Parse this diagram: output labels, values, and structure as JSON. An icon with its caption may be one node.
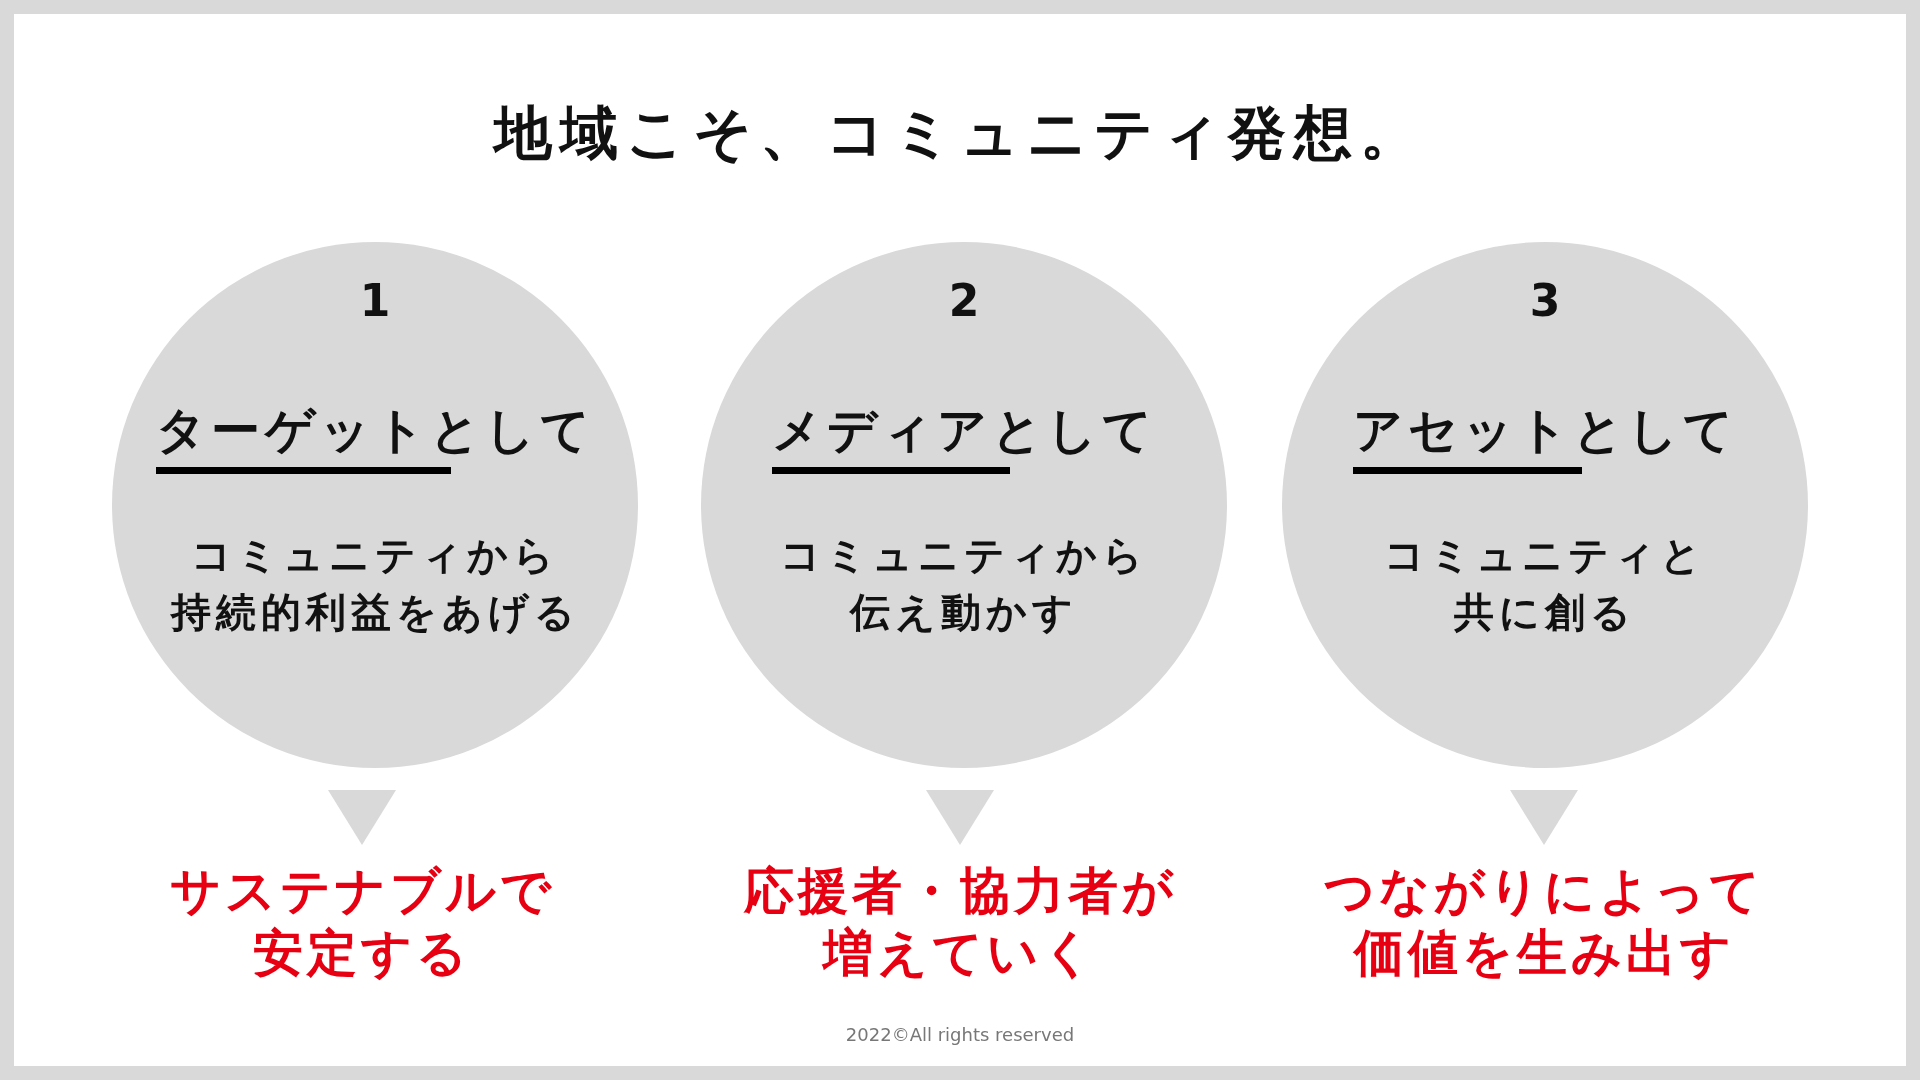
{
  "diagram": {
    "title": "地域こそ、コミュニティ発想。",
    "nodes": [
      {
        "text": [
          "1",
          "ターゲットとして",
          "コミュニティから持続的利益をあげる"
        ]
      },
      {
        "text": [
          "サステナブルで安定する"
        ]
      },
      {
        "text": [
          "2",
          "メディアとして",
          "コミュニティから伝え動かす"
        ]
      },
      {
        "text": [
          "応援者・協力者が増えていく"
        ]
      },
      {
        "text": [
          "3",
          "アセットとして",
          "コミュニティと共に創る"
        ]
      },
      {
        "text": [
          "つながりによって価値を生み出す"
        ]
      }
    ],
    "edges": [
      {
        "from": 0,
        "to": 1,
        "arrow": "to"
      },
      {
        "from": 2,
        "to": 3,
        "arrow": "to"
      },
      {
        "from": 4,
        "to": 5,
        "arrow": "to"
      }
    ],
    "labels": [
      "2022©All rights reserved"
    ]
  }
}
